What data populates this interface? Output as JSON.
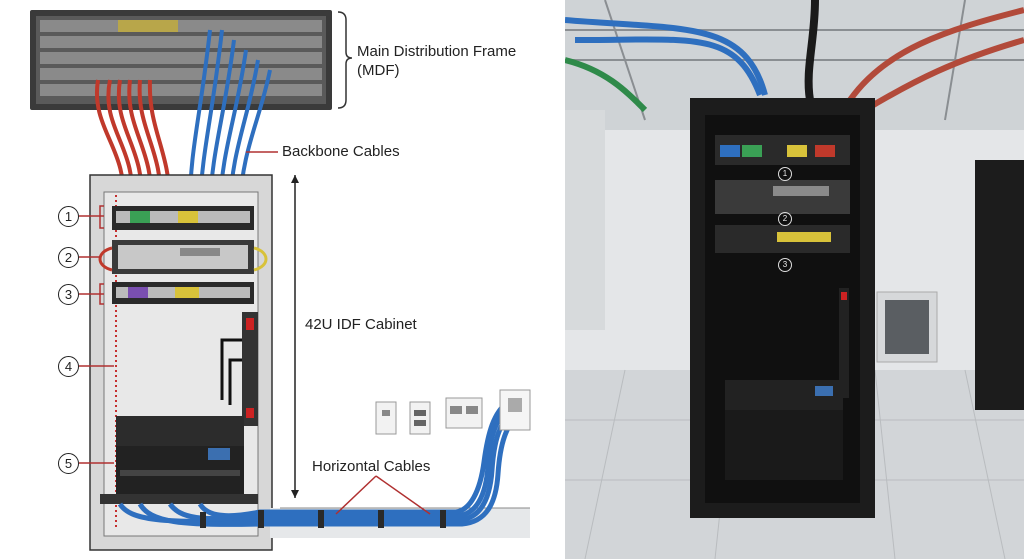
{
  "labels": {
    "mdf_line1": "Main Distribution Frame",
    "mdf_line2": "(MDF)",
    "backbone": "Backbone Cables",
    "cabinet": "42U IDF Cabinet",
    "horizontal": "Horizontal Cables"
  },
  "callouts": [
    "1",
    "2",
    "3",
    "4",
    "5"
  ],
  "photo_callouts": [
    "1",
    "2",
    "3"
  ],
  "colors": {
    "backbone_red": "#c0392b",
    "backbone_blue": "#2e6fbf",
    "callout_red": "#b03030",
    "rack": "#1c1c1c",
    "floor": "#e6e8ea"
  },
  "icons": [
    "mdf-panel-icon",
    "patch-panel-icon",
    "network-switch-icon",
    "power-strip-icon",
    "ups-icon",
    "wall-outlet-icon",
    "data-jack-icon"
  ]
}
